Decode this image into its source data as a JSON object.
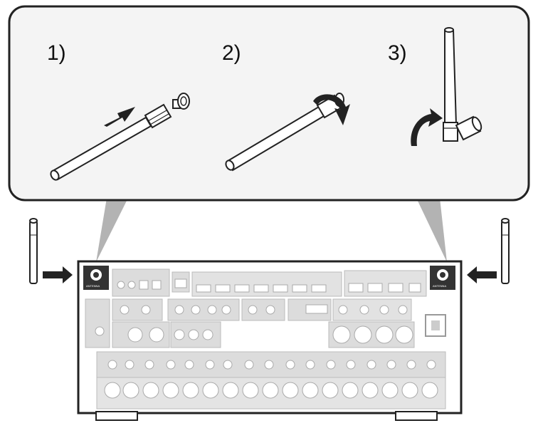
{
  "steps": [
    {
      "label": "1)"
    },
    {
      "label": "2)"
    },
    {
      "label": "3)"
    }
  ],
  "receiver": {
    "antenna_label": "ANTENNA"
  },
  "colors": {
    "outline": "#222222",
    "bubble_fill": "#f4f4f4",
    "callout_tail": "#b3b3b3",
    "panel_fill": "#dcdcdc",
    "panel_dark": "#333333"
  }
}
